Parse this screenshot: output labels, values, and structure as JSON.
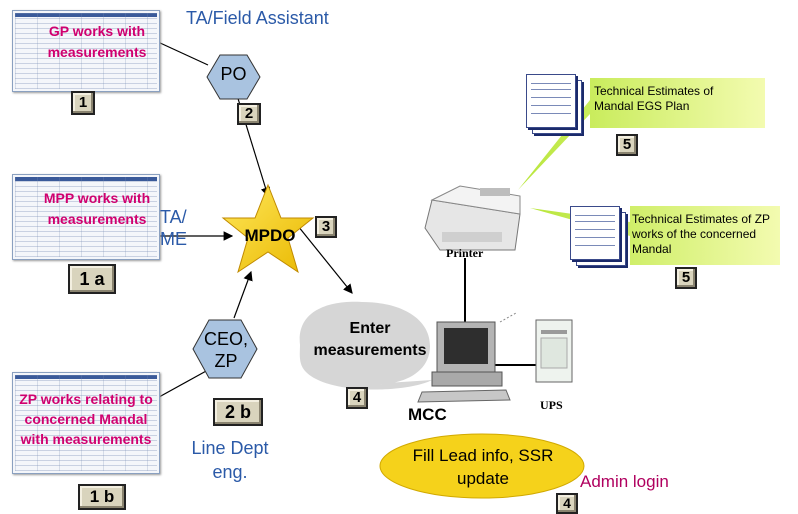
{
  "top_label": "TA/Field Assistant",
  "docs": {
    "gp": "GP works with measurements",
    "mpp": "MPP works with measurements",
    "zp": "ZP works relating to concerned Mandal with measurements"
  },
  "numbers": {
    "n1": "1",
    "n1a": "1 a",
    "n1b": "1 b",
    "n2": "2",
    "n2b": "2 b",
    "n3": "3",
    "n4a": "4",
    "n4b": "4",
    "n5a": "5",
    "n5b": "5"
  },
  "nodes": {
    "po": "PO",
    "mpdo": "MPDO",
    "ceo": "CEO, ZP",
    "ta_me": "TA/ ME",
    "line_dept": "Line Dept eng.",
    "enter": "Enter measurements",
    "mcc": "MCC",
    "fill": "Fill Lead info, SSR update",
    "admin": "Admin login"
  },
  "devices": {
    "printer": "Printer",
    "ups": "UPS"
  },
  "callouts": {
    "mandal_plan": "Technical Estimates of Mandal EGS Plan",
    "zp_works": "Technical Estimates of  ZP works of the concerned Mandal"
  },
  "colors": {
    "doc_text": "#d0006f",
    "blue_text": "#2b5aa8",
    "hexagon": "#a9c3e0",
    "star": "#f5d21b",
    "callout": "#d8f25a",
    "ellipse_yellow": "#f5d21b",
    "admin_text": "#b0005f"
  }
}
